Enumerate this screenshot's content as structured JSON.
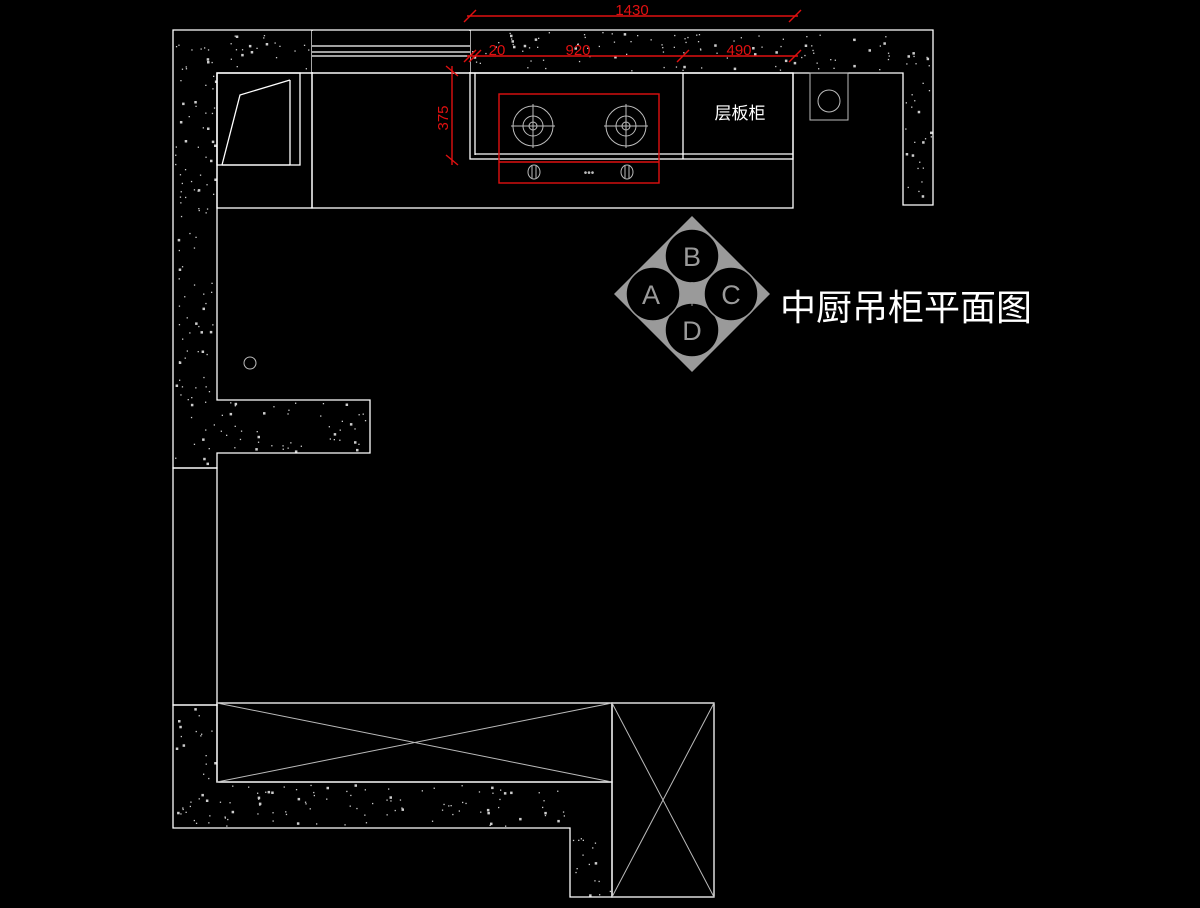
{
  "title": "中厨吊柜平面图",
  "cabinet_label": "层板柜",
  "dimensions": {
    "overall": "1430",
    "left_gap": "20",
    "stove_width": "920",
    "shelf_width": "490",
    "depth": "375"
  },
  "compass": {
    "a": "A",
    "b": "B",
    "c": "C",
    "d": "D"
  },
  "colors": {
    "background": "#000000",
    "lines": "#ffffff",
    "dimension": "#e01010",
    "compass": "#9a9a9a"
  }
}
